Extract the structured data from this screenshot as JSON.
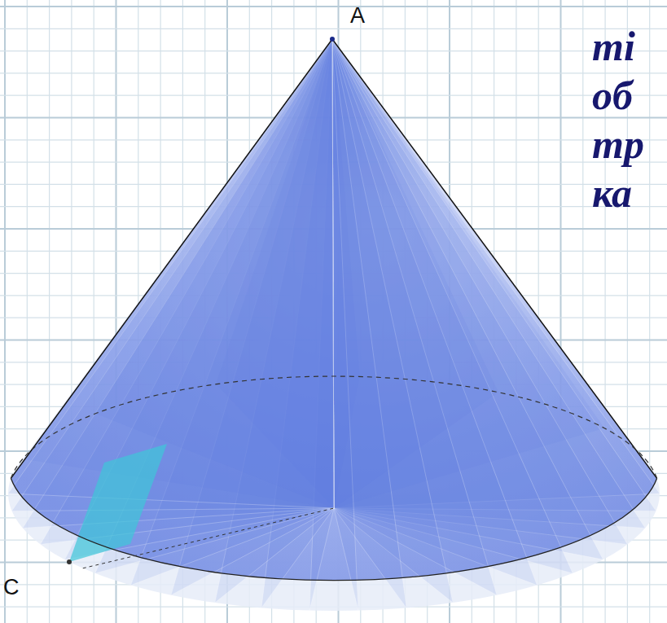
{
  "diagram": {
    "labels": [
      "A",
      "C",
      "ті",
      "об",
      "тр",
      "ка"
    ]
  }
}
